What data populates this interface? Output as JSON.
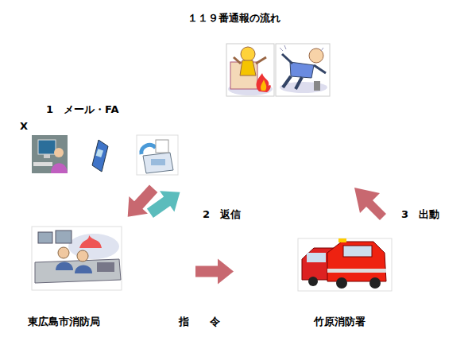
{
  "diagram": {
    "title": "１１９番通報の流れ",
    "nodes": [
      {
        "text": [
          "1　メール・FAX"
        ]
      },
      {
        "text": [
          "東広島市消防局"
        ]
      },
      {
        "text": [
          "竹原消防署"
        ]
      }
    ],
    "edges": [
      {
        "from": 0,
        "to": 1,
        "arrow": "to"
      },
      {
        "from": 1,
        "to": 0,
        "label": "2　返信",
        "arrow": "to"
      },
      {
        "from": 1,
        "to": 2,
        "label": "指　　令",
        "arrow": "to"
      }
    ],
    "labels": [
      "3　出動"
    ]
  }
}
